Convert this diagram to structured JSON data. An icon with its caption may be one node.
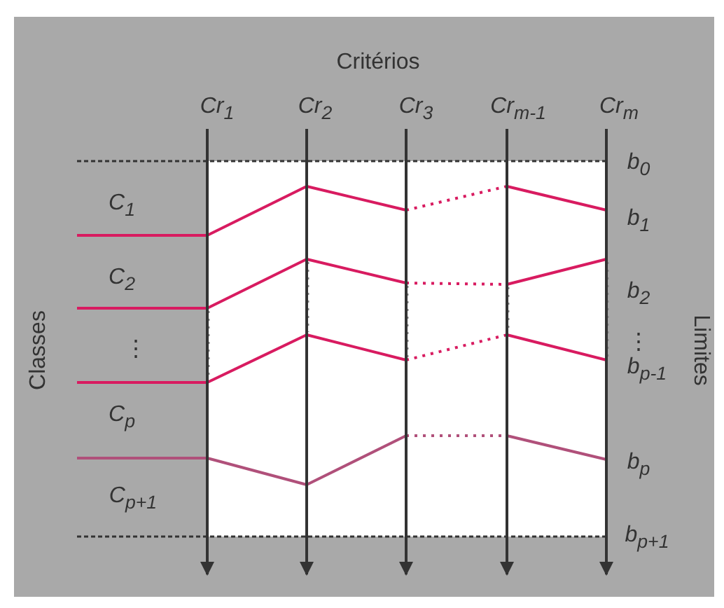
{
  "diagram": {
    "labels": [
      "Critérios",
      "Cr$_{1}$",
      "Cr$_{2}$",
      "Cr$_{3}$",
      "Cr$_{m-1}$",
      "Cr$_{m}$",
      "b$_{0}$",
      "C$_{1}$",
      "b$_{1}$",
      "C$_{2}$",
      "b$_{2}$",
      "⋮",
      "⋮",
      "Classes",
      "Limites",
      "b$_{p-1}$",
      "C$_{p}$",
      "b$_{p}$",
      "C$_{p+1}$",
      "b$_{p+1}$"
    ]
  }
}
